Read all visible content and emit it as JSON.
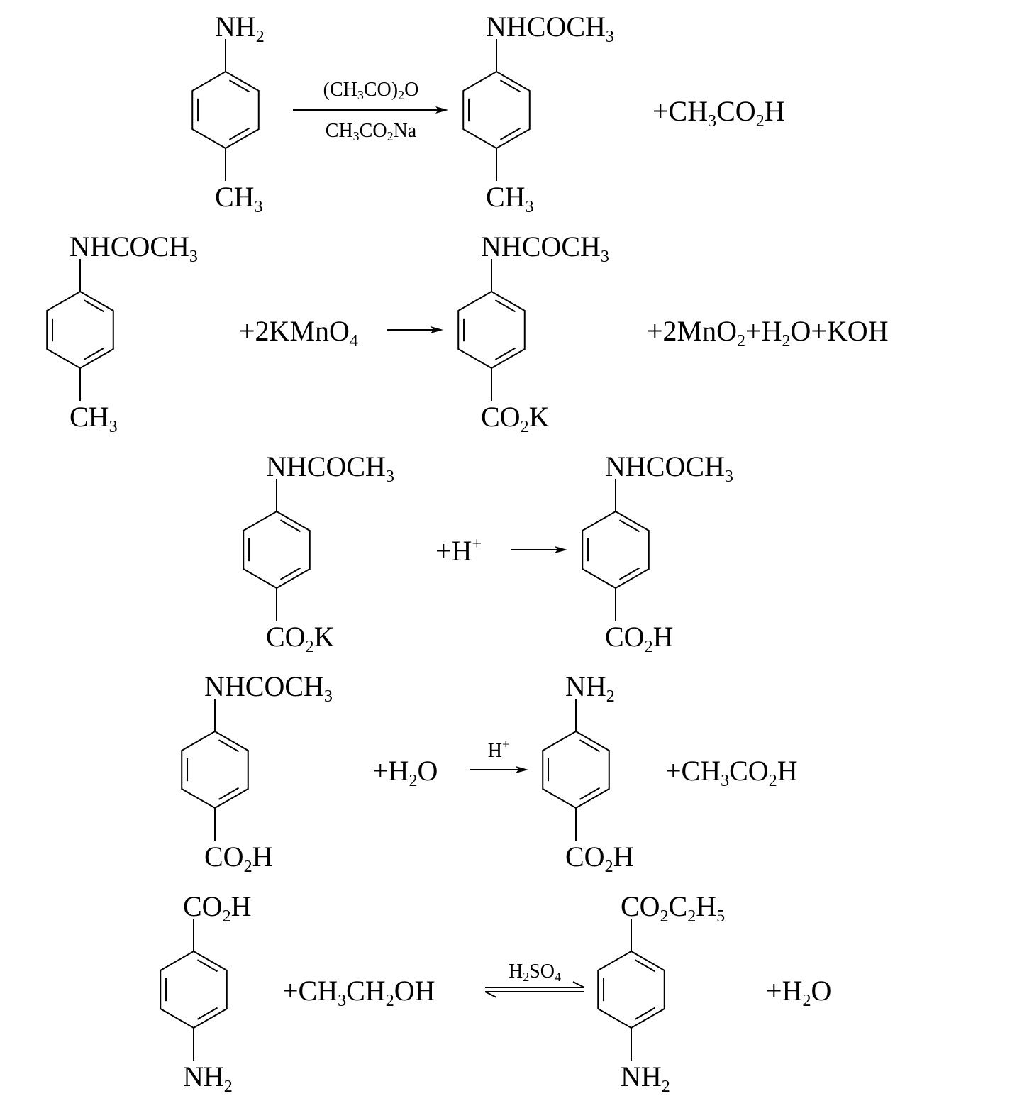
{
  "reactions": [
    {
      "reactant_top": [
        {
          "t": "NH"
        },
        {
          "t": "2",
          "sub": true
        }
      ],
      "reactant_bottom": [
        {
          "t": "CH"
        },
        {
          "t": "3",
          "sub": true
        }
      ],
      "cond_above": [
        {
          "t": "(CH"
        },
        {
          "t": "3",
          "sub": true
        },
        {
          "t": "CO)"
        },
        {
          "t": "2",
          "sub": true
        },
        {
          "t": "O"
        }
      ],
      "cond_below": [
        {
          "t": "CH"
        },
        {
          "t": "3",
          "sub": true
        },
        {
          "t": "CO"
        },
        {
          "t": "2",
          "sub": true
        },
        {
          "t": "Na"
        }
      ],
      "product_top": [
        {
          "t": "NHCOCH"
        },
        {
          "t": "3",
          "sub": true
        }
      ],
      "product_bottom": [
        {
          "t": "CH"
        },
        {
          "t": "3",
          "sub": true
        }
      ],
      "byproduct": [
        {
          "t": "+CH"
        },
        {
          "t": "3",
          "sub": true
        },
        {
          "t": "CO"
        },
        {
          "t": "2",
          "sub": true
        },
        {
          "t": "H"
        }
      ]
    },
    {
      "reactant_top": [
        {
          "t": "NHCOCH"
        },
        {
          "t": "3",
          "sub": true
        }
      ],
      "reactant_bottom": [
        {
          "t": "CH"
        },
        {
          "t": "3",
          "sub": true
        }
      ],
      "reagent": [
        {
          "t": "+2KMnO"
        },
        {
          "t": "4",
          "sub": true
        }
      ],
      "product_top": [
        {
          "t": "NHCOCH"
        },
        {
          "t": "3",
          "sub": true
        }
      ],
      "product_bottom": [
        {
          "t": "CO"
        },
        {
          "t": "2",
          "sub": true
        },
        {
          "t": "K"
        }
      ],
      "byproduct": [
        {
          "t": "+2MnO"
        },
        {
          "t": "2",
          "sub": true
        },
        {
          "t": "+H"
        },
        {
          "t": "2",
          "sub": true
        },
        {
          "t": "O+KOH"
        }
      ]
    },
    {
      "reactant_top": [
        {
          "t": "NHCOCH"
        },
        {
          "t": "3",
          "sub": true
        }
      ],
      "reactant_bottom": [
        {
          "t": "CO"
        },
        {
          "t": "2",
          "sub": true
        },
        {
          "t": "K"
        }
      ],
      "reagent": [
        {
          "t": "+H"
        },
        {
          "t": "+",
          "sup": true
        }
      ],
      "product_top": [
        {
          "t": "NHCOCH"
        },
        {
          "t": "3",
          "sub": true
        }
      ],
      "product_bottom": [
        {
          "t": "CO"
        },
        {
          "t": "2",
          "sub": true
        },
        {
          "t": "H"
        }
      ]
    },
    {
      "reactant_top": [
        {
          "t": "NHCOCH"
        },
        {
          "t": "3",
          "sub": true
        }
      ],
      "reactant_bottom": [
        {
          "t": "CO"
        },
        {
          "t": "2",
          "sub": true
        },
        {
          "t": "H"
        }
      ],
      "reagent": [
        {
          "t": "+H"
        },
        {
          "t": "2",
          "sub": true
        },
        {
          "t": "O"
        }
      ],
      "cond_above": [
        {
          "t": "H"
        },
        {
          "t": "+",
          "sup": true
        }
      ],
      "product_top": [
        {
          "t": "NH"
        },
        {
          "t": "2",
          "sub": true
        }
      ],
      "product_bottom": [
        {
          "t": "CO"
        },
        {
          "t": "2",
          "sub": true
        },
        {
          "t": "H"
        }
      ],
      "byproduct": [
        {
          "t": "+CH"
        },
        {
          "t": "3",
          "sub": true
        },
        {
          "t": "CO"
        },
        {
          "t": "2",
          "sub": true
        },
        {
          "t": "H"
        }
      ]
    },
    {
      "reactant_top": [
        {
          "t": "CO"
        },
        {
          "t": "2",
          "sub": true
        },
        {
          "t": "H"
        }
      ],
      "reactant_bottom": [
        {
          "t": "NH"
        },
        {
          "t": "2",
          "sub": true
        }
      ],
      "reagent": [
        {
          "t": "+CH"
        },
        {
          "t": "3",
          "sub": true
        },
        {
          "t": "CH"
        },
        {
          "t": "2",
          "sub": true
        },
        {
          "t": "OH"
        }
      ],
      "cond_above": [
        {
          "t": "H"
        },
        {
          "t": "2",
          "sub": true
        },
        {
          "t": "SO"
        },
        {
          "t": "4",
          "sub": true
        }
      ],
      "product_top": [
        {
          "t": "CO"
        },
        {
          "t": "2",
          "sub": true
        },
        {
          "t": "C"
        },
        {
          "t": "2",
          "sub": true
        },
        {
          "t": "H"
        },
        {
          "t": "5",
          "sub": true
        }
      ],
      "product_bottom": [
        {
          "t": "NH"
        },
        {
          "t": "2",
          "sub": true
        }
      ],
      "byproduct": [
        {
          "t": "+H"
        },
        {
          "t": "2",
          "sub": true
        },
        {
          "t": "O"
        }
      ]
    }
  ]
}
